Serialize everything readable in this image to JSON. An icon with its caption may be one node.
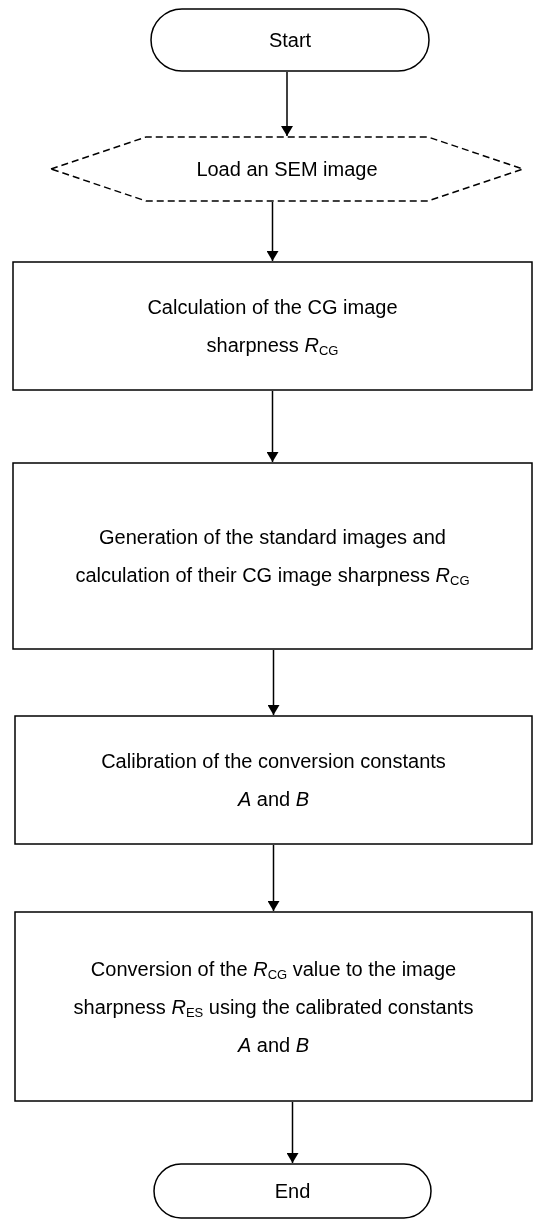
{
  "diagram": {
    "nodes": [
      {
        "text": [
          "Start"
        ]
      },
      {
        "text": [
          "Load an SEM image"
        ]
      },
      {
        "text": [
          "Calculation of the CG image sharpness *R*$_{CG}$"
        ]
      },
      {
        "text": [
          "Generation of the standard images and calculation of their CG image sharpness *R*$_{CG}$"
        ]
      },
      {
        "text": [
          "Calibration of the conversion constants *A* and *B*"
        ]
      },
      {
        "text": [
          "Conversion of the *R*$_{CG}$ value to the image sharpness *R*$_{ES}$ using the calibrated constants *A* and *B*"
        ]
      },
      {
        "text": [
          "End"
        ]
      }
    ],
    "edges": [
      {
        "from": 0,
        "to": 1,
        "arrow": "to"
      },
      {
        "from": 1,
        "to": 2,
        "arrow": "to"
      },
      {
        "from": 2,
        "to": 3,
        "arrow": "to"
      },
      {
        "from": 3,
        "to": 4,
        "arrow": "to"
      },
      {
        "from": 4,
        "to": 5,
        "arrow": "to"
      },
      {
        "from": 5,
        "to": 6,
        "arrow": "to"
      }
    ]
  }
}
